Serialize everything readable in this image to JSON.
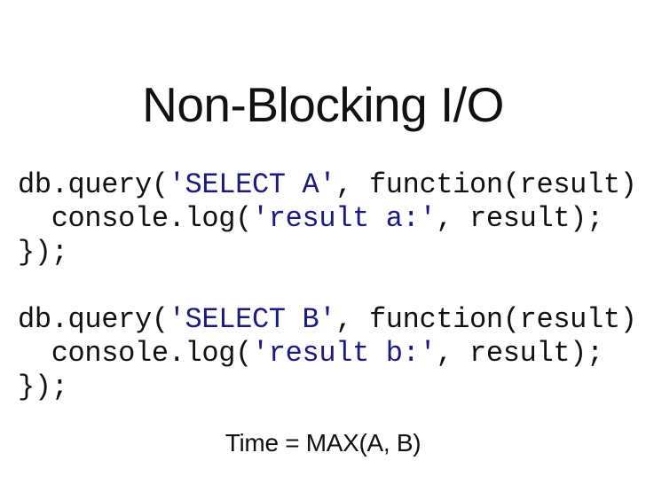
{
  "slide": {
    "title": "Non-Blocking I/O",
    "footer": "Time = MAX(A, B)",
    "background_color": "#ffffff",
    "text_color": "#111111",
    "string_literal_color": "#1a1a80",
    "code_language": "javascript",
    "code_lines": [
      {
        "index": 0,
        "text": "db.query('SELECT A', function(result) {",
        "tokens": [
          {
            "text": "db.query(",
            "kind": "plain"
          },
          {
            "text": "'SELECT A'",
            "kind": "string"
          },
          {
            "text": ", function(result) {",
            "kind": "plain"
          }
        ]
      },
      {
        "index": 1,
        "text": "  console.log('result a:', result);",
        "tokens": [
          {
            "text": "  console.log(",
            "kind": "plain"
          },
          {
            "text": "'result a:'",
            "kind": "string"
          },
          {
            "text": ", result);",
            "kind": "plain"
          }
        ]
      },
      {
        "index": 2,
        "text": "});",
        "tokens": [
          {
            "text": "});",
            "kind": "plain"
          }
        ]
      },
      {
        "index": 3,
        "text": "",
        "tokens": []
      },
      {
        "index": 4,
        "text": "db.query('SELECT B', function(result) {",
        "tokens": [
          {
            "text": "db.query(",
            "kind": "plain"
          },
          {
            "text": "'SELECT B'",
            "kind": "string"
          },
          {
            "text": ", function(result) {",
            "kind": "plain"
          }
        ]
      },
      {
        "index": 5,
        "text": "  console.log('result b:', result);",
        "tokens": [
          {
            "text": "  console.log(",
            "kind": "plain"
          },
          {
            "text": "'result b:'",
            "kind": "string"
          },
          {
            "text": ", result);",
            "kind": "plain"
          }
        ]
      },
      {
        "index": 6,
        "text": "});",
        "tokens": [
          {
            "text": "});",
            "kind": "plain"
          }
        ]
      }
    ]
  }
}
